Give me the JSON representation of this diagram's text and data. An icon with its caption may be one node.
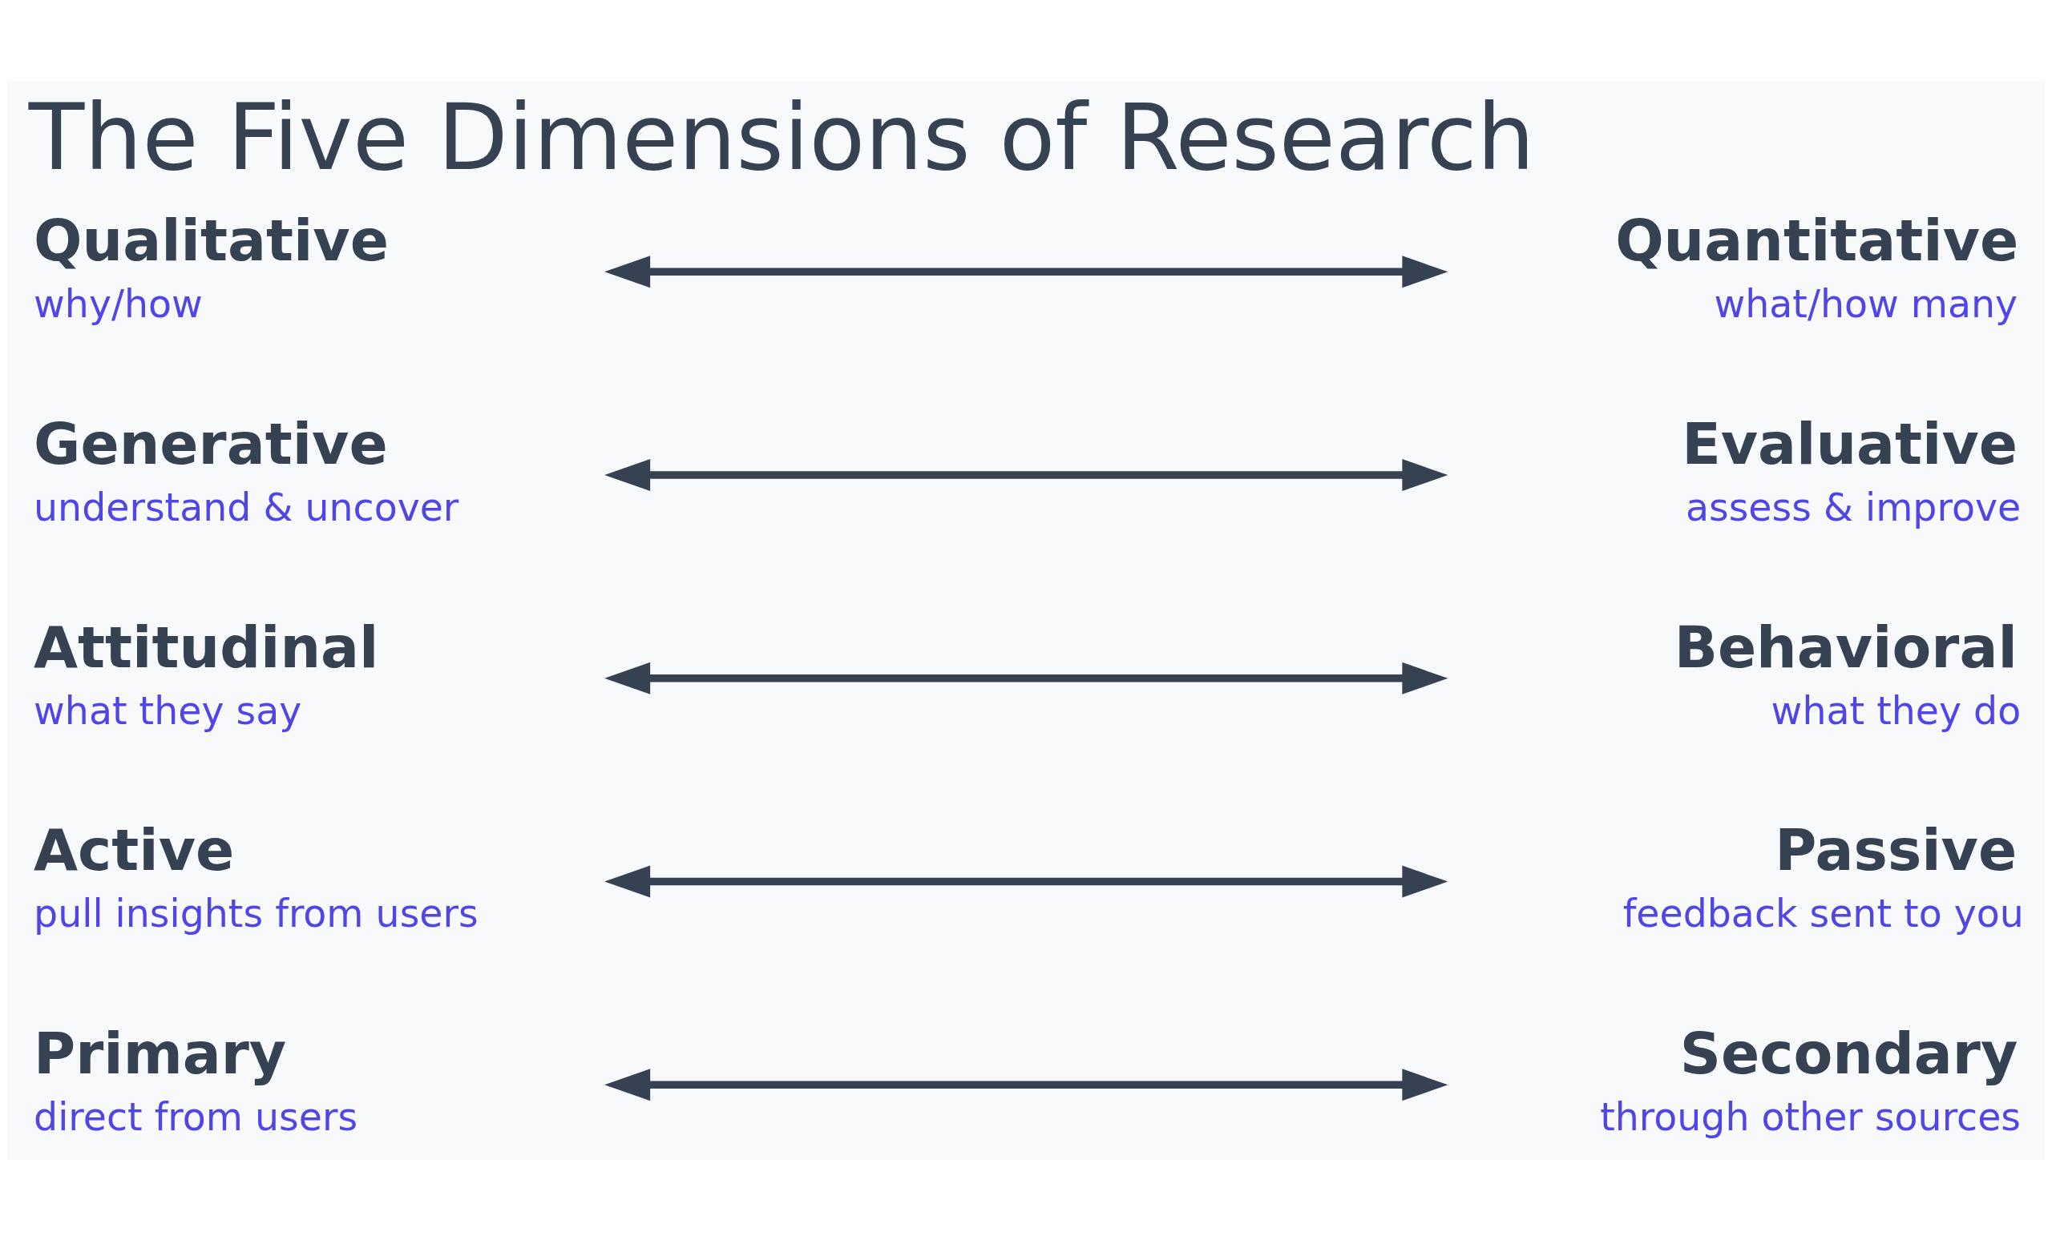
{
  "diagram": {
    "title": "The Five Dimensions of Research",
    "nodes": [
      {
        "text": [
          "Qualitative",
          "why/how"
        ]
      },
      {
        "text": [
          "Quantitative",
          "what/how many"
        ]
      },
      {
        "text": [
          "Generative",
          "understand & uncover"
        ]
      },
      {
        "text": [
          "Evaluative",
          "assess & improve"
        ]
      },
      {
        "text": [
          "Attitudinal",
          "what they say"
        ]
      },
      {
        "text": [
          "Behavioral",
          "what they do"
        ]
      },
      {
        "text": [
          "Active",
          "pull insights from users"
        ]
      },
      {
        "text": [
          "Passive",
          "feedback sent to you"
        ]
      },
      {
        "text": [
          "Primary",
          "direct from users"
        ]
      },
      {
        "text": [
          "Secondary",
          "through other sources"
        ]
      }
    ],
    "edges": [
      {
        "from": 0,
        "to": 1,
        "arrow": "both"
      },
      {
        "from": 2,
        "to": 3,
        "arrow": "both"
      },
      {
        "from": 4,
        "to": 5,
        "arrow": "both"
      },
      {
        "from": 6,
        "to": 7,
        "arrow": "both"
      },
      {
        "from": 8,
        "to": 9,
        "arrow": "both"
      }
    ]
  }
}
